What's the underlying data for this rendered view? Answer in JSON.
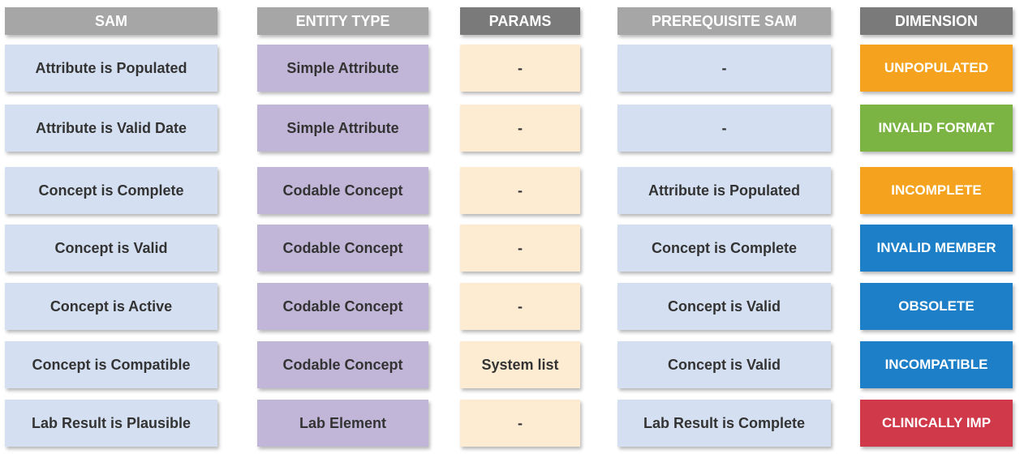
{
  "headers": {
    "sam": "SAM",
    "entity_type": "ENTITY TYPE",
    "params": "PARAMS",
    "prerequisite_sam": "PREREQUISITE SAM",
    "dimension": "DIMENSION"
  },
  "colors": {
    "header_dark": "#7a7a7a",
    "header_light": "#a6a6a6",
    "sam": "#d4dff1",
    "entity_type": "#c2b6d8",
    "params": "#fdecd2",
    "prerequisite_sam": "#d4dff1",
    "unpopulated": "#f5a31f",
    "invalid_format": "#7bb443",
    "incomplete": "#f5a31f",
    "invalid_member": "#1d7fc8",
    "obsolete": "#1d7fc8",
    "incompatible": "#1d7fc8",
    "clinically_imp": "#d0394a"
  },
  "rows": [
    {
      "sam": "Attribute is Populated",
      "entity_type": "Simple Attribute",
      "params": "-",
      "prerequisite_sam": "-",
      "dimension": "UNPOPULATED"
    },
    {
      "sam": "Attribute is Valid Date",
      "entity_type": "Simple Attribute",
      "params": "-",
      "prerequisite_sam": "-",
      "dimension": "INVALID FORMAT"
    },
    {
      "sam": "Concept is Complete",
      "entity_type": "Codable Concept",
      "params": "-",
      "prerequisite_sam": "Attribute is Populated",
      "dimension": "INCOMPLETE"
    },
    {
      "sam": "Concept is Valid",
      "entity_type": "Codable Concept",
      "params": "-",
      "prerequisite_sam": "Concept is Complete",
      "dimension": "INVALID MEMBER"
    },
    {
      "sam": "Concept is Active",
      "entity_type": "Codable Concept",
      "params": "-",
      "prerequisite_sam": "Concept is Valid",
      "dimension": "OBSOLETE"
    },
    {
      "sam": "Concept is Compatible",
      "entity_type": "Codable Concept",
      "params": "System list",
      "prerequisite_sam": "Concept is Valid",
      "dimension": "INCOMPATIBLE"
    },
    {
      "sam": "Lab Result is Plausible",
      "entity_type": "Lab Element",
      "params": "-",
      "prerequisite_sam": "Lab Result is Complete",
      "dimension": "CLINICALLY IMP"
    }
  ]
}
